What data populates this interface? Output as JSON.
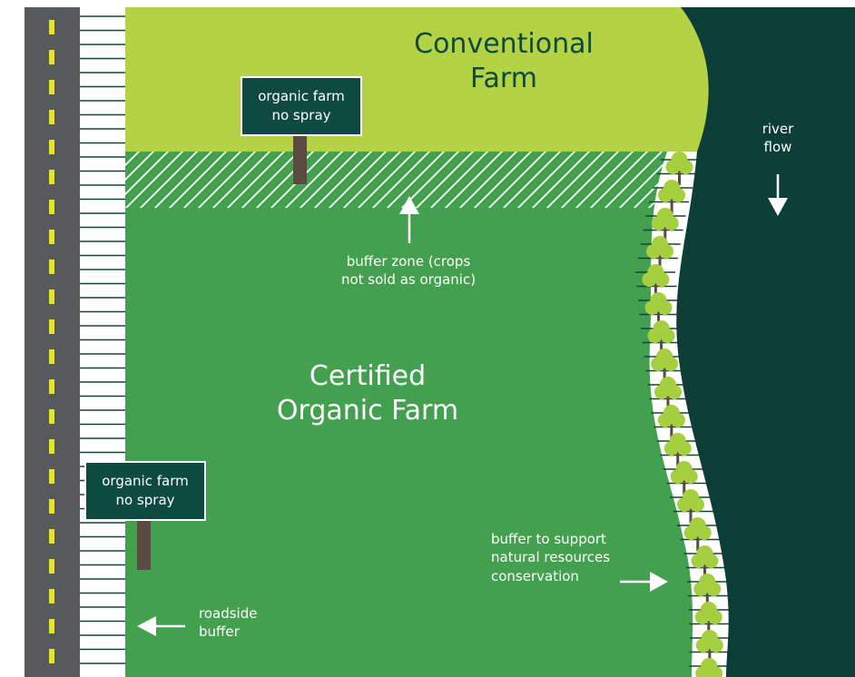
{
  "colors": {
    "conventional_farm": "#b3d344",
    "organic_farm": "#43a04e",
    "river": "#0d3d38",
    "road": "#58595b",
    "road_dash": "#e3e624",
    "sign": "#0f4a40",
    "sign_post": "#5b4a42",
    "buffer_stripe": "#13443c",
    "tree_canopy": "#a6cf3f",
    "tree_trunk": "#5b4a42",
    "text_dark": "#0e4a3f",
    "text_light": "#ffffff"
  },
  "conventional_farm": {
    "line1": "Conventional",
    "line2": "Farm"
  },
  "organic_farm": {
    "line1": "Certified",
    "line2": "Organic Farm"
  },
  "sign_top": {
    "line1": "organic farm",
    "line2": "no spray"
  },
  "sign_bottom": {
    "line1": "organic farm",
    "line2": "no spray"
  },
  "river_label": {
    "line1": "river",
    "line2": "flow",
    "arrow_icon": "down-arrow-icon"
  },
  "buffer_zone_label": {
    "line1": "buffer zone (crops",
    "line2": "not sold as organic)",
    "arrow_icon": "up-arrow-icon"
  },
  "conservation_label": {
    "line1": "buffer to support",
    "line2": "natural resources",
    "line3": "conservation",
    "arrow_icon": "right-arrow-icon"
  },
  "roadside_label": {
    "line1": "roadside",
    "line2": "buffer",
    "arrow_icon": "left-arrow-icon"
  }
}
